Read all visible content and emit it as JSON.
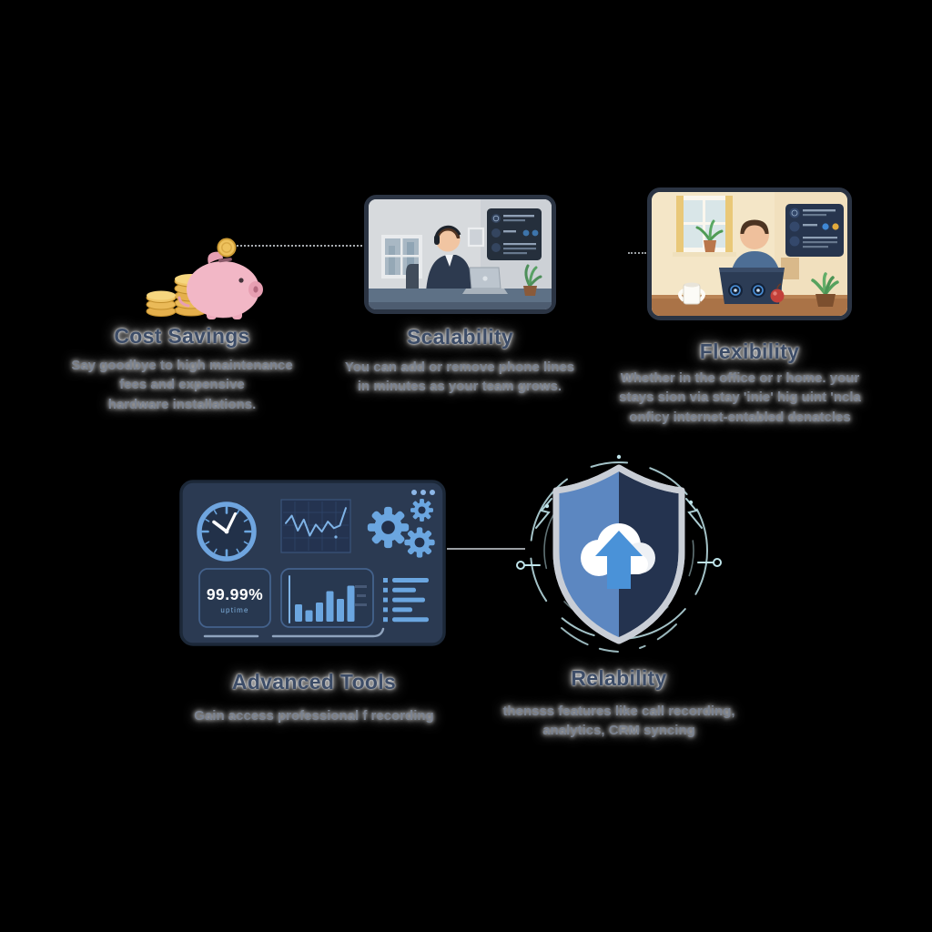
{
  "canvas": {
    "background": "#000000"
  },
  "features": {
    "cost_savings": {
      "title": "Cost Savings",
      "description": "Say goodbye to high maintenance\nfees and expensive\nhardware installations.",
      "icon": "piggy-bank-coins-icon"
    },
    "scalability": {
      "title": "Scalability",
      "description": "You can add or remove phone lines\nin minutes as your team grows.",
      "icon": "call-agent-office-illustration"
    },
    "flexibility": {
      "title": "Flexibility",
      "description": "Whether in the office or r home. your\nstays sion via stay 'inie' hig uint 'ncla\nonficy internet-entabled denatcles",
      "icon": "home-office-illustration"
    },
    "advanced_tools": {
      "title": "Advanced Tools",
      "description": "Gain access professional f recording",
      "icon": "analytics-dashboard-illustration"
    },
    "reliability": {
      "title": "Relability",
      "description": "thensss features like call recording,\nanalytics, CRM syncing",
      "icon": "cloud-shield-illustration"
    }
  },
  "dashboard": {
    "uptime_value": "99.99%",
    "uptime_label": "uptime",
    "accent": "#6ba6e0",
    "chart_data": [
      {
        "type": "line",
        "name": "performance-sparkline",
        "values": [
          55,
          70,
          40,
          62,
          30,
          52,
          38,
          58,
          45,
          50,
          85
        ]
      },
      {
        "type": "bar",
        "name": "activity-bars",
        "values": [
          38,
          25,
          42,
          67,
          50,
          79
        ]
      }
    ],
    "list_row_widths": [
      40,
      26,
      36,
      22,
      40
    ],
    "icons": [
      "clock-icon",
      "line-chart-icon",
      "gears-icon",
      "menu-dots-icon",
      "bullet-list-icon"
    ]
  },
  "colors": {
    "heading": "#3d4d68",
    "body_text": "#7b8391",
    "dashboard_bg": "#2b3a52",
    "accent_blue": "#6ba6e0",
    "shield_left": "#5c87c1",
    "shield_right": "#24334f",
    "shield_border": "#c9ced6",
    "circuit_cyan": "#bfe4ea",
    "pig_pink": "#f2b7c6",
    "coin_gold": "#eab95a",
    "connector_gray": "#c7cbd1"
  }
}
